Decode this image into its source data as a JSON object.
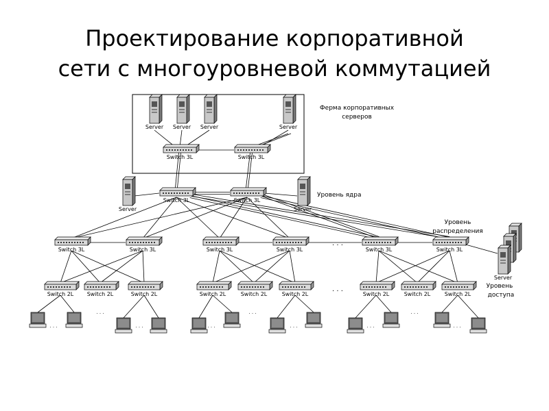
{
  "slide": {
    "title_line1": "Проектирование корпоративной",
    "title_line2": "сети с многоуровневой коммутацией"
  },
  "diagram": {
    "labels": {
      "server_farm_line1": "Ферма корпоративных",
      "server_farm_line2": "серверов",
      "core_level": "Уровень ядра",
      "distribution_level_line1": "Уровень",
      "distribution_level_line2": "распределения",
      "access_level_line1": "Уровень",
      "access_level_line2": "доступа",
      "ellipsis": ". . ."
    },
    "device_labels": {
      "server": "Server",
      "switch_3l": "Switch 3L",
      "switch_2l": "Switch 2L"
    },
    "colors": {
      "line": "#000000",
      "switch_body": "#d9d9d9",
      "server_body": "#c8c8c8",
      "screen": "#6a6a6a"
    }
  }
}
